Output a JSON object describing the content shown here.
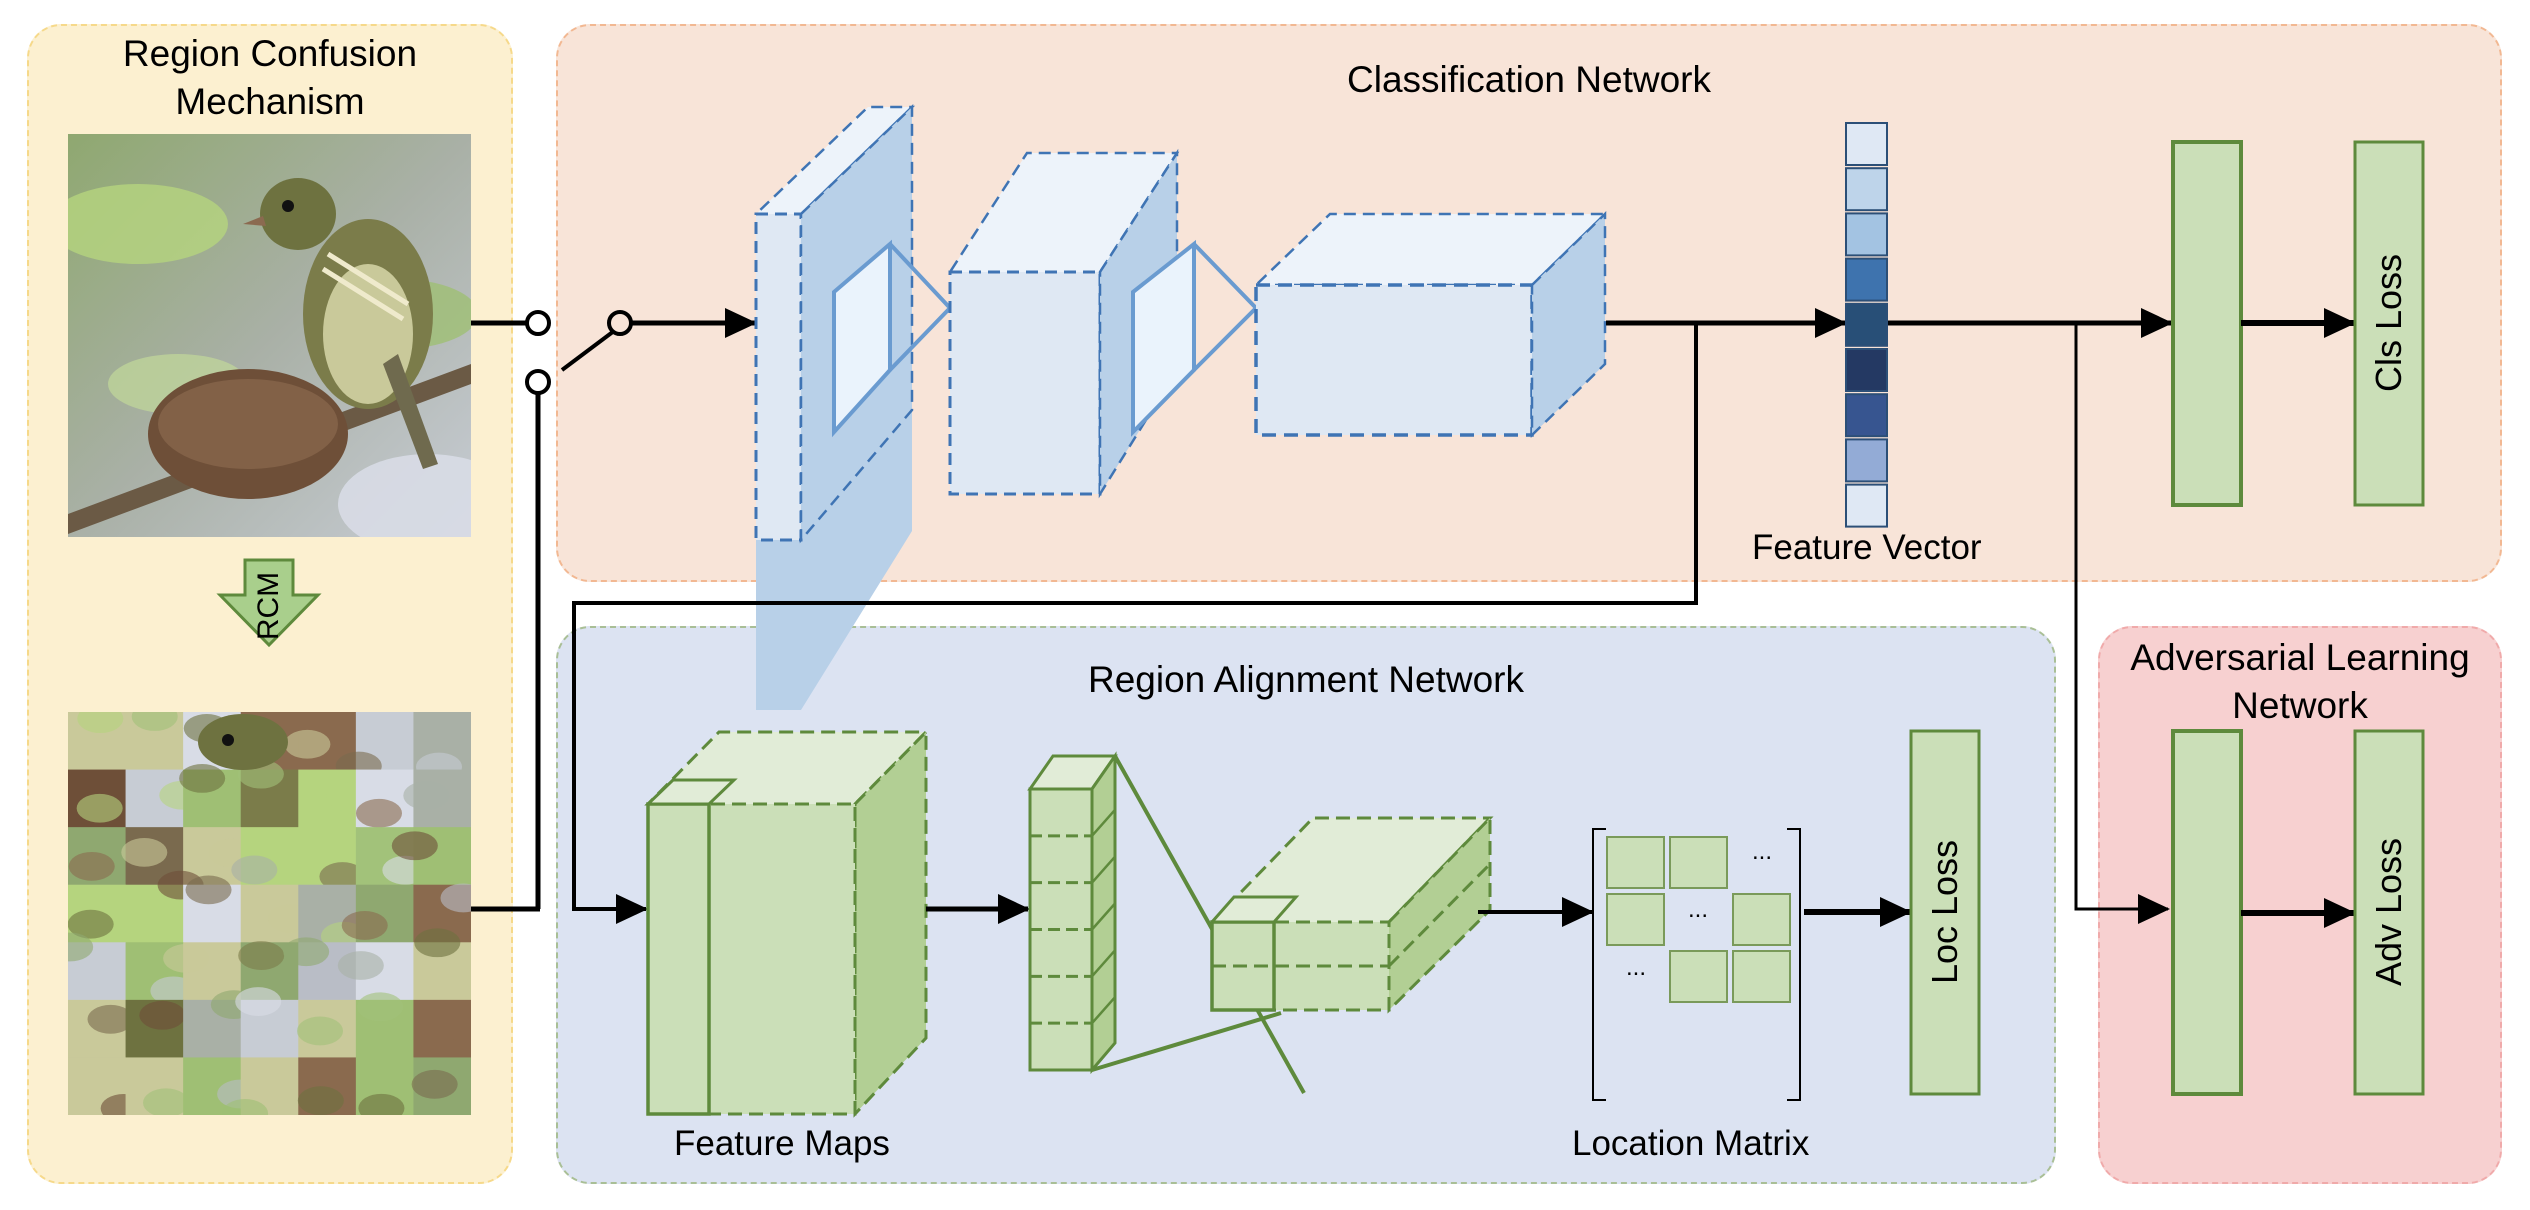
{
  "panels": {
    "rcm": {
      "title_line1": "Region Confusion",
      "title_line2": "Mechanism",
      "arrow_label": "RCM"
    },
    "classification": {
      "title": "Classification  Network",
      "feature_vector_label": "Feature Vector",
      "loss_label": "Cls Loss"
    },
    "alignment": {
      "title": "Region Alignment Network",
      "feature_maps_label": "Feature Maps",
      "location_matrix_label": "Location Matrix",
      "loss_label": "Loc Loss",
      "ellipsis": "..."
    },
    "adversarial": {
      "title_line1": "Adversarial Learning",
      "title_line2": "Network",
      "loss_label": "Adv Loss"
    }
  },
  "images": {
    "original": "bird-on-nest-photo",
    "shuffled": "bird-on-nest-shuffled-patches"
  },
  "feature_vector_colors": [
    "#dfe8f4",
    "#bed4ea",
    "#a3c3e2",
    "#3e73ae",
    "#284f77",
    "#243963",
    "#375590",
    "#93abd6",
    "#dfe8f4"
  ],
  "colors": {
    "cnn_blue": "#3f74b4",
    "green_stroke": "#5e8a3c",
    "green_fill": "#cbdfb8",
    "rcm_bg": "#fcf0d0",
    "cls_bg": "#f8e4d8",
    "ran_bg": "#dce3f2",
    "adv_bg": "#f7d0d0"
  }
}
